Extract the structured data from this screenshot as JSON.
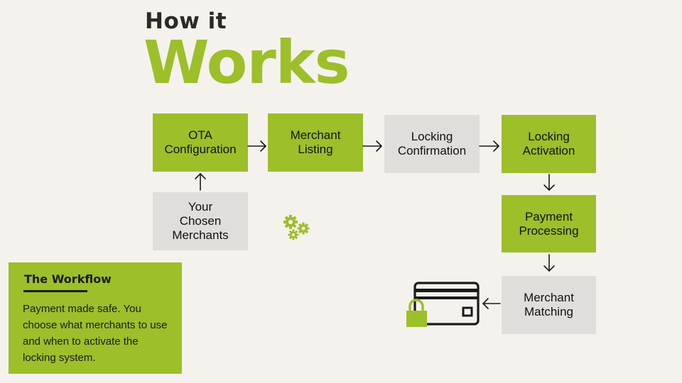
{
  "title": {
    "line1": "How it",
    "line2": "Works"
  },
  "steps": {
    "ota": "OTA Configuration",
    "merchant_listing": "Merchant Listing",
    "locking_confirmation": "Locking Confirmation",
    "locking_activation": "Locking Activation",
    "your_merchants": "Your Chosen Merchants",
    "payment_processing": "Payment Processing",
    "merchant_matching": "Merchant Matching"
  },
  "workflow_panel": {
    "title": "The Workflow",
    "text": "Payment made safe. You choose what merchants to use and when to activate the locking system."
  },
  "colors": {
    "accent": "#9dbf2a",
    "box_gray": "#e0dedb",
    "background": "#f5f2ee",
    "text_dark": "#1a1a1a"
  },
  "icons": [
    "gears-icon",
    "credit-card-lock-icon"
  ]
}
